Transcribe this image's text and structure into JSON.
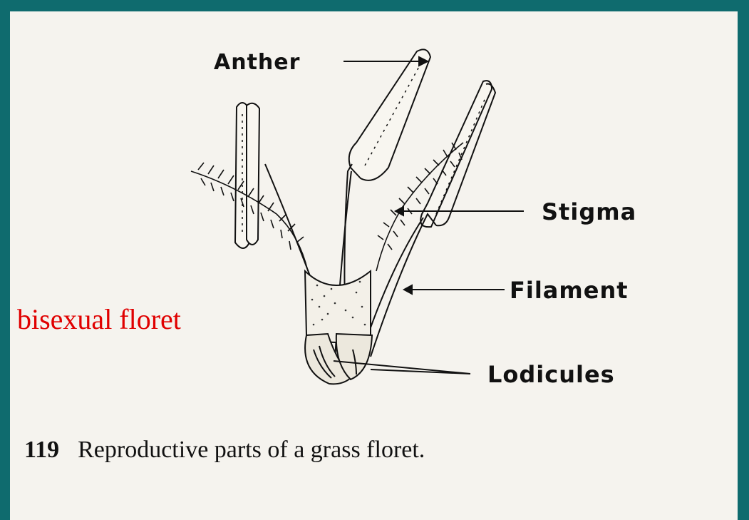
{
  "labels": {
    "anther": "Anther",
    "stigma": "Stigma",
    "filament": "Filament",
    "lodicules": "Lodicules"
  },
  "overlay": {
    "text": "bisexual floret",
    "color": "#e00000"
  },
  "caption": {
    "number": "119",
    "text": "Reproductive parts of a grass floret."
  },
  "colors": {
    "frame": "#0f6b6e",
    "page": "#f5f3ee",
    "ink": "#111111"
  }
}
